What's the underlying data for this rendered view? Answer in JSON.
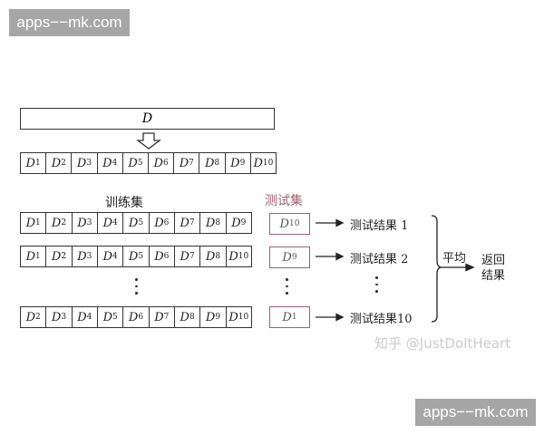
{
  "watermarks": {
    "top": "apps−−mk.com",
    "bottom": "apps−−mk.com",
    "credit": "知乎 @JustDoItHeart"
  },
  "dataset_label": "D",
  "folds": [
    "1",
    "2",
    "3",
    "4",
    "5",
    "6",
    "7",
    "8",
    "9",
    "10"
  ],
  "train_label": "训练集",
  "test_label": "测试集",
  "rows": [
    {
      "train": [
        "1",
        "2",
        "3",
        "4",
        "5",
        "6",
        "7",
        "8",
        "9"
      ],
      "test": "10",
      "result": "测试结果 1"
    },
    {
      "train": [
        "1",
        "2",
        "3",
        "4",
        "5",
        "6",
        "7",
        "8",
        "10"
      ],
      "test": "9",
      "result": "测试结果 2"
    },
    {
      "train": [
        "2",
        "3",
        "4",
        "5",
        "6",
        "7",
        "8",
        "9",
        "10"
      ],
      "test": "1",
      "result": "测试结果10"
    }
  ],
  "average_label": "平均",
  "return_label": [
    "返回",
    "结果"
  ],
  "colors": {
    "test_accent": "#a06070",
    "line": "#333333",
    "watermark_bg": "#a6a6a6"
  }
}
